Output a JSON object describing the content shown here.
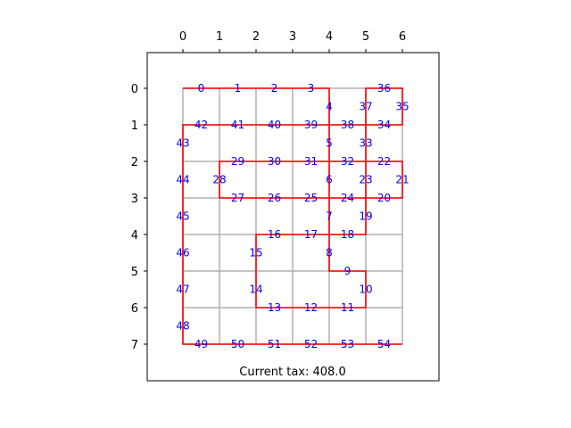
{
  "board": {
    "x_ticks": [
      "0",
      "1",
      "2",
      "3",
      "4",
      "5",
      "6"
    ],
    "y_ticks": [
      "0",
      "1",
      "2",
      "3",
      "4",
      "5",
      "6",
      "7"
    ],
    "grid_cols": 6,
    "grid_rows": 7,
    "colors": {
      "grid": "#b0b0b0",
      "path": "#ff0000",
      "label": "#0000ff",
      "frame": "#000000"
    },
    "path_points": [
      [
        0,
        0
      ],
      [
        4,
        0
      ],
      [
        4,
        5
      ],
      [
        5,
        5
      ],
      [
        5,
        6
      ],
      [
        2,
        6
      ],
      [
        2,
        4
      ],
      [
        5,
        4
      ],
      [
        5,
        3
      ],
      [
        6,
        3
      ],
      [
        6,
        2
      ],
      [
        5,
        2
      ],
      [
        5,
        1
      ],
      [
        6,
        1
      ],
      [
        6,
        0
      ],
      [
        5,
        0
      ],
      [
        5,
        2
      ],
      [
        1,
        2
      ],
      [
        1,
        3
      ],
      [
        5,
        3
      ],
      [
        5,
        1
      ],
      [
        0,
        1
      ],
      [
        0,
        7
      ],
      [
        6,
        7
      ]
    ],
    "edge_labels": [
      {
        "text": "0",
        "x": 0.5,
        "y": 0
      },
      {
        "text": "1",
        "x": 1.5,
        "y": 0
      },
      {
        "text": "2",
        "x": 2.5,
        "y": 0
      },
      {
        "text": "3",
        "x": 3.5,
        "y": 0
      },
      {
        "text": "4",
        "x": 4,
        "y": 0.5
      },
      {
        "text": "5",
        "x": 4,
        "y": 1.5
      },
      {
        "text": "6",
        "x": 4,
        "y": 2.5
      },
      {
        "text": "7",
        "x": 4,
        "y": 3.5
      },
      {
        "text": "8",
        "x": 4,
        "y": 4.5
      },
      {
        "text": "9",
        "x": 4.5,
        "y": 5
      },
      {
        "text": "10",
        "x": 5,
        "y": 5.5
      },
      {
        "text": "11",
        "x": 4.5,
        "y": 6
      },
      {
        "text": "12",
        "x": 3.5,
        "y": 6
      },
      {
        "text": "13",
        "x": 2.5,
        "y": 6
      },
      {
        "text": "14",
        "x": 2,
        "y": 5.5
      },
      {
        "text": "15",
        "x": 2,
        "y": 4.5
      },
      {
        "text": "16",
        "x": 2.5,
        "y": 4
      },
      {
        "text": "17",
        "x": 3.5,
        "y": 4
      },
      {
        "text": "18",
        "x": 4.5,
        "y": 4
      },
      {
        "text": "19",
        "x": 5,
        "y": 3.5
      },
      {
        "text": "20",
        "x": 5.5,
        "y": 3
      },
      {
        "text": "21",
        "x": 6,
        "y": 2.5
      },
      {
        "text": "22",
        "x": 5.5,
        "y": 2
      },
      {
        "text": "23",
        "x": 5,
        "y": 2.5
      },
      {
        "text": "24",
        "x": 4.5,
        "y": 3
      },
      {
        "text": "25",
        "x": 3.5,
        "y": 3
      },
      {
        "text": "26",
        "x": 2.5,
        "y": 3
      },
      {
        "text": "27",
        "x": 1.5,
        "y": 3
      },
      {
        "text": "28",
        "x": 1,
        "y": 2.5
      },
      {
        "text": "29",
        "x": 1.5,
        "y": 2
      },
      {
        "text": "30",
        "x": 2.5,
        "y": 2
      },
      {
        "text": "31",
        "x": 3.5,
        "y": 2
      },
      {
        "text": "32",
        "x": 4.5,
        "y": 2
      },
      {
        "text": "33",
        "x": 5,
        "y": 1.5
      },
      {
        "text": "34",
        "x": 5.5,
        "y": 1
      },
      {
        "text": "35",
        "x": 6,
        "y": 0.5
      },
      {
        "text": "36",
        "x": 5.5,
        "y": 0
      },
      {
        "text": "37",
        "x": 5,
        "y": 0.5
      },
      {
        "text": "38",
        "x": 4.5,
        "y": 1
      },
      {
        "text": "39",
        "x": 3.5,
        "y": 1
      },
      {
        "text": "40",
        "x": 2.5,
        "y": 1
      },
      {
        "text": "41",
        "x": 1.5,
        "y": 1
      },
      {
        "text": "42",
        "x": 0.5,
        "y": 1
      },
      {
        "text": "43",
        "x": 0,
        "y": 1.5
      },
      {
        "text": "44",
        "x": 0,
        "y": 2.5
      },
      {
        "text": "45",
        "x": 0,
        "y": 3.5
      },
      {
        "text": "46",
        "x": 0,
        "y": 4.5
      },
      {
        "text": "47",
        "x": 0,
        "y": 5.5
      },
      {
        "text": "48",
        "x": 0,
        "y": 6.5
      },
      {
        "text": "49",
        "x": 0.5,
        "y": 7
      },
      {
        "text": "50",
        "x": 1.5,
        "y": 7
      },
      {
        "text": "51",
        "x": 2.5,
        "y": 7
      },
      {
        "text": "52",
        "x": 3.5,
        "y": 7
      },
      {
        "text": "53",
        "x": 4.5,
        "y": 7
      },
      {
        "text": "54",
        "x": 5.5,
        "y": 7
      }
    ],
    "status_text": "Current tax: 408.0"
  }
}
